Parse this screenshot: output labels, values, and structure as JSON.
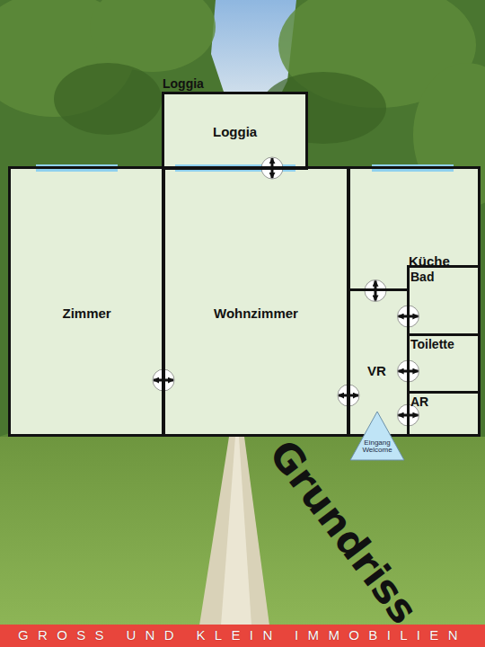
{
  "diagram": {
    "nodes": [
      {
        "text": [
          "Loggia",
          "Loggia"
        ]
      },
      {
        "text": [
          "Zimmer"
        ]
      },
      {
        "text": [
          "Wohnzimmer"
        ]
      },
      {
        "text": [
          "Küche"
        ]
      },
      {
        "text": [
          "Bad"
        ]
      },
      {
        "text": [
          "Toilette"
        ]
      },
      {
        "text": [
          "VR"
        ]
      },
      {
        "text": [
          "AR"
        ]
      },
      {
        "text": [
          "Eingang Welcome"
        ]
      }
    ],
    "edges": [
      {
        "from": 0,
        "to": 2,
        "arrow": "both"
      },
      {
        "from": 1,
        "to": 2,
        "arrow": "both"
      },
      {
        "from": 2,
        "to": 6,
        "arrow": "both"
      },
      {
        "from": 3,
        "to": 6,
        "arrow": "both"
      },
      {
        "from": 6,
        "to": 4,
        "arrow": "both"
      },
      {
        "from": 6,
        "to": 5,
        "arrow": "both"
      },
      {
        "from": 6,
        "to": 7,
        "arrow": "both"
      }
    ],
    "labels": [
      "Grundriss",
      "GROSS UND KLEIN IMMOBILIEN"
    ]
  }
}
